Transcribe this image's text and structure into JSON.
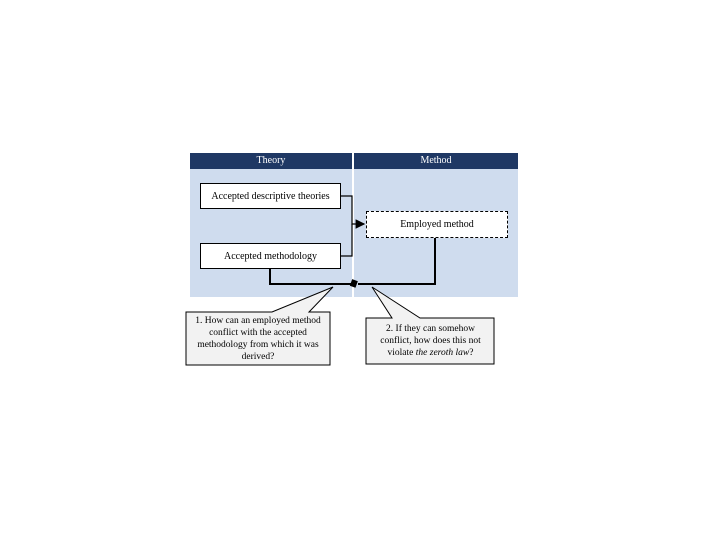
{
  "columns": {
    "theory": "Theory",
    "method": "Method"
  },
  "boxes": {
    "descriptive": "Accepted descriptive theories",
    "methodology": "Accepted methodology",
    "employed": "Employed method"
  },
  "callouts": {
    "q1": {
      "number": "1.",
      "text": " How can an employed method conflict with the accepted methodology from which it was derived?"
    },
    "q2": {
      "prefix": "2. If they can somehow conflict, how does this not violate ",
      "emphasis": "the zeroth law",
      "suffix": "?"
    }
  },
  "colors": {
    "header": "#1f3864",
    "panel": "#cfdcee",
    "divider": "#ffffff",
    "conflict_marker": "#000000"
  }
}
